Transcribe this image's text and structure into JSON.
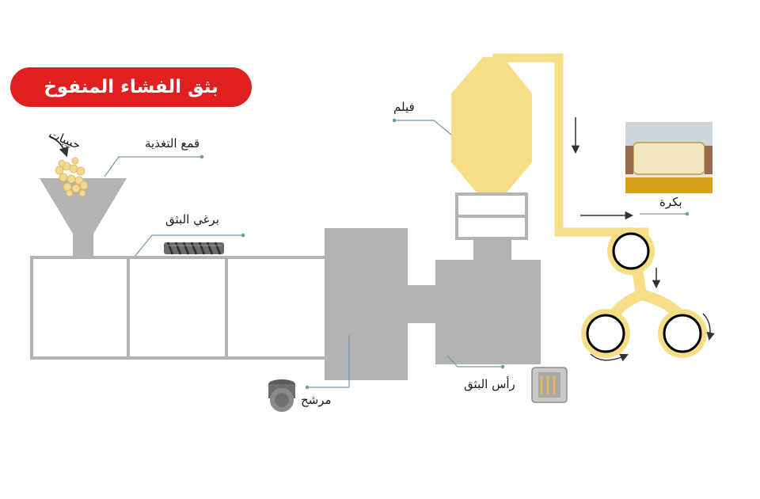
{
  "title": "بثق الفشاء المنفوخ",
  "labels": {
    "granules": "حبيبات",
    "hopper": "قمع التغذية",
    "screw": "برغي البثق",
    "film": "فيلم",
    "roller": "بكرة",
    "die": "رأس البثق",
    "filter": "مرشح"
  },
  "colors": {
    "accent_red": "#e02020",
    "film_yellow": "#f7de86",
    "machine_gray": "#b3b3b3",
    "leader_line": "#6f9aa6"
  }
}
